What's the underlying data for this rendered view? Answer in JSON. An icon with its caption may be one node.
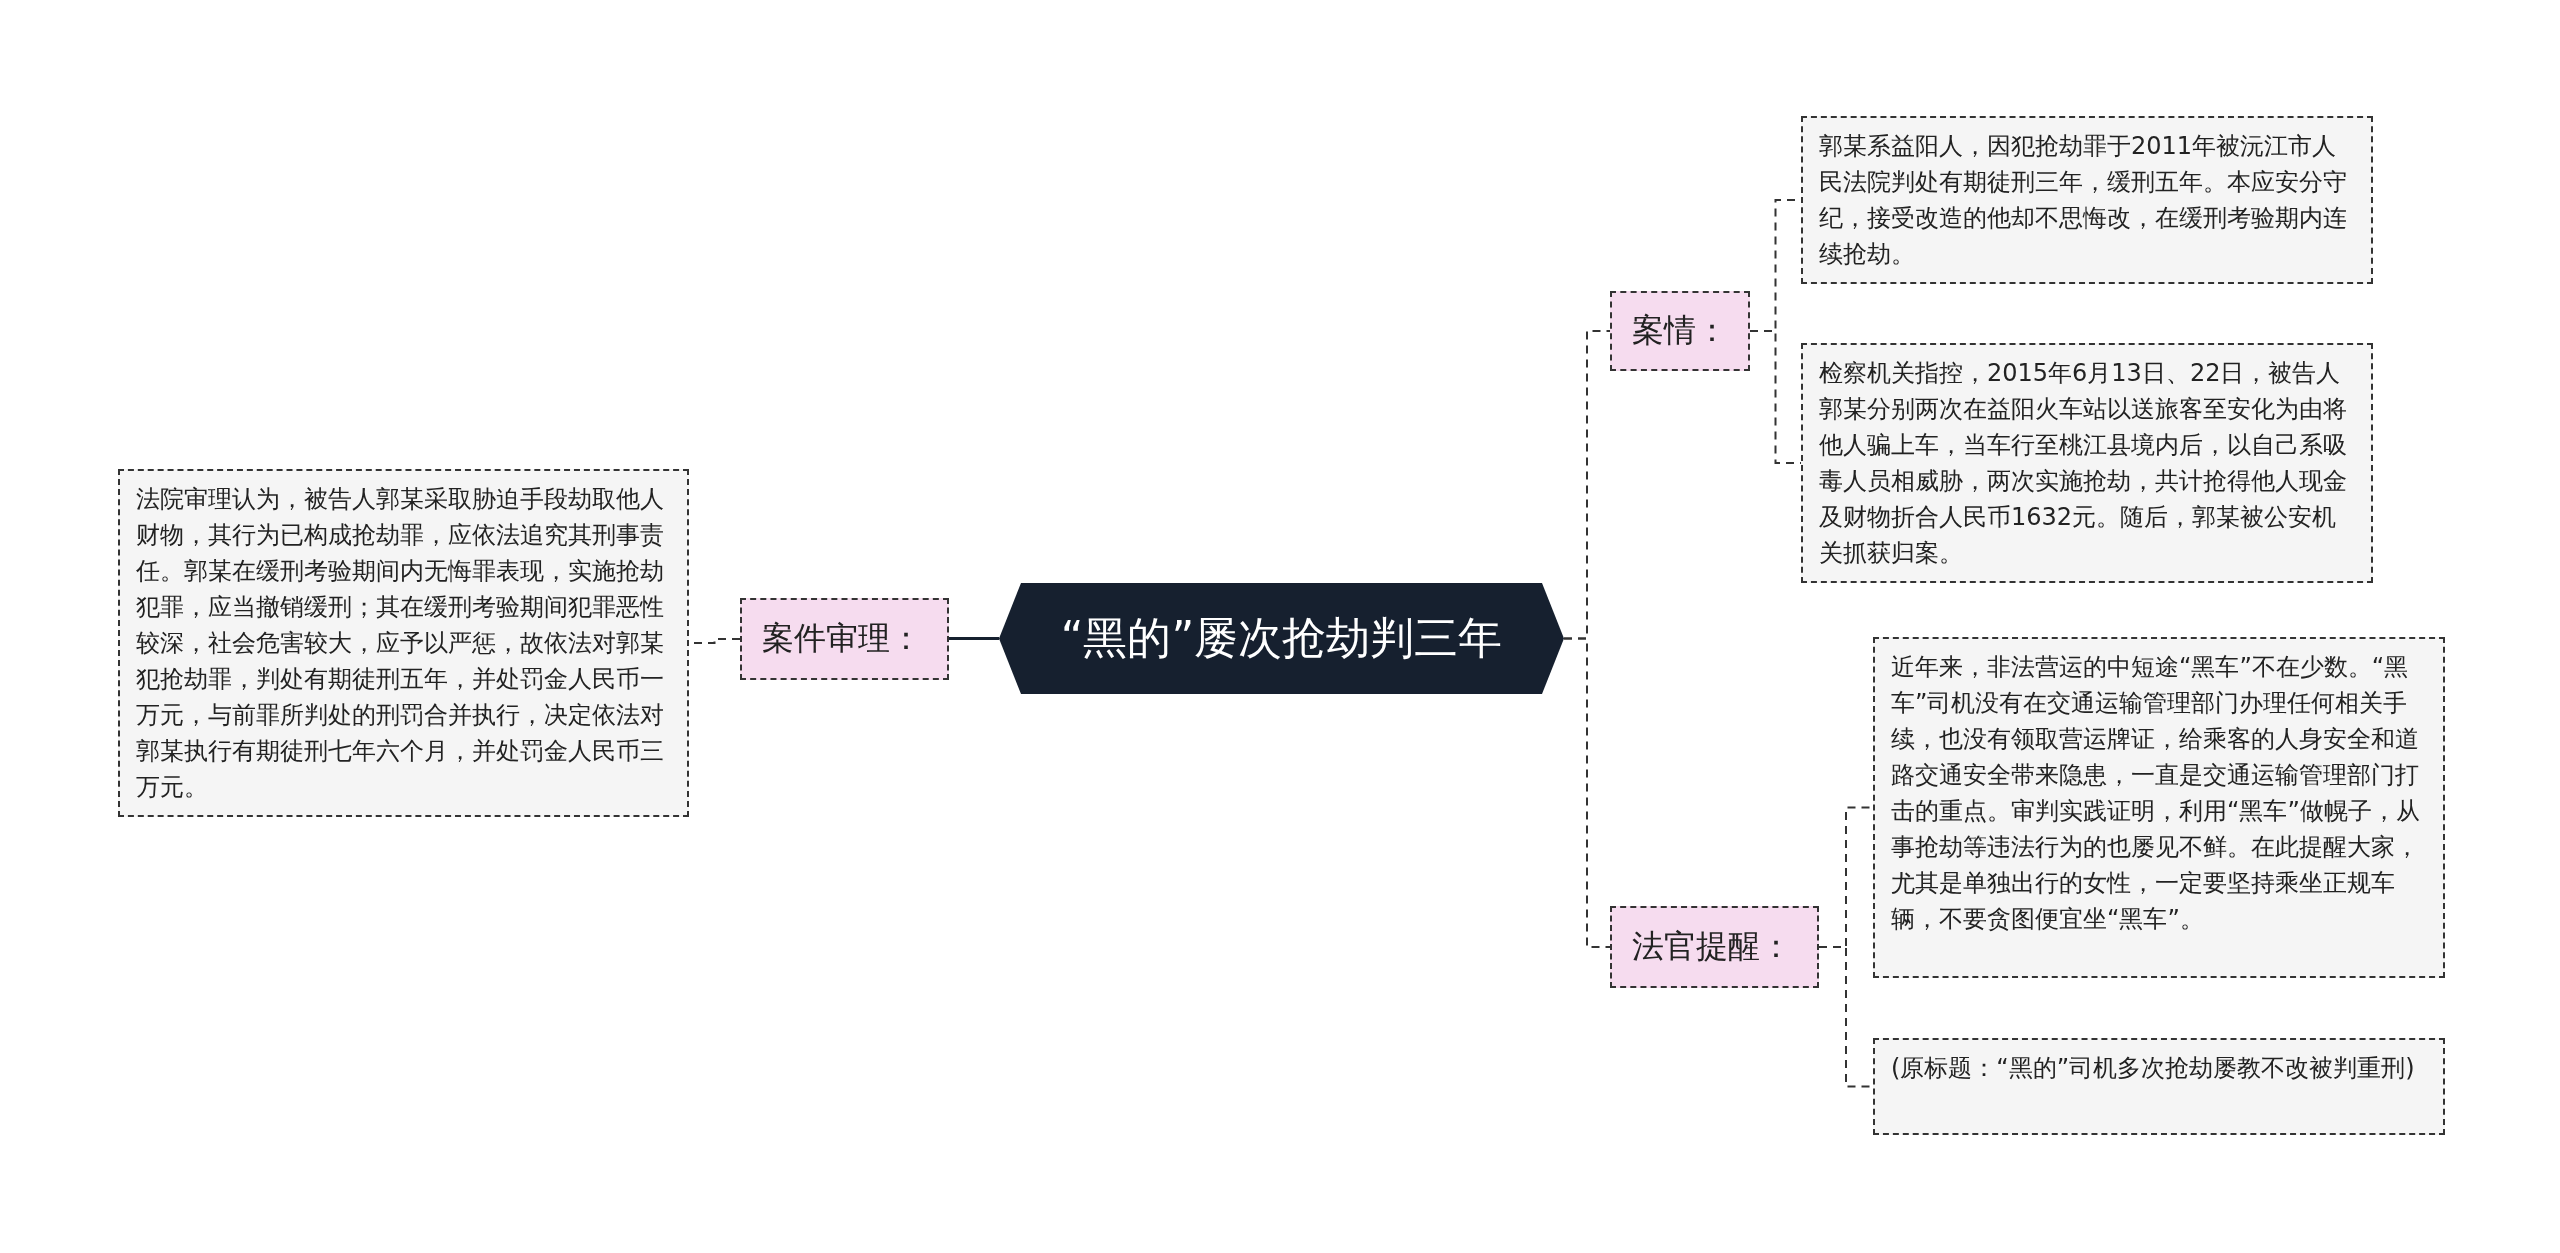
{
  "diagram": {
    "nodes": [
      {
        "text": [
          "“黑的”屡次抢劫判三年"
        ]
      },
      {
        "text": [
          "案件审理："
        ]
      },
      {
        "text": [
          "法院审理认为，被告人郭某采取胁迫手段劫取他人财物，其行为已构成抢劫罪，应依法追究其刑事责任。郭某在缓刑考验期间内无悔罪表现，实施抢劫犯罪，应当撤销缓刑；其在缓刑考验期间犯罪恶性较深，社会危害较大，应予以严惩，故依法对郭某犯抢劫罪，判处有期徒刑五年，并处罚金人民币一万元，与前罪所判处的刑罚合并执行，决定依法对郭某执行有期徒刑七年六个月，并处罚金人民币三万元。"
        ]
      },
      {
        "text": [
          "案情："
        ]
      },
      {
        "text": [
          "郭某系益阳人，因犯抢劫罪于2011年被沅江市人民法院判处有期徒刑三年，缓刑五年。本应安分守纪，接受改造的他却不思悔改，在缓刑考验期内连续抢劫。"
        ]
      },
      {
        "text": [
          "检察机关指控，2015年6月13日、22日，被告人郭某分别两次在益阳火车站以送旅客至安化为由将他人骗上车，当车行至桃江县境内后，以自己系吸毒人员相威胁，两次实施抢劫，共计抢得他人现金及财物折合人民币1632元。随后，郭某被公安机关抓获归案。"
        ]
      },
      {
        "text": [
          "法官提醒："
        ]
      },
      {
        "text": [
          "近年来，非法营运的中短途“黑车”不在少数。“黑车”司机没有在交通运输管理部门办理任何相关手续，也没有领取营运牌证，给乘客的人身安全和道路交通安全带来隐患，一直是交通运输管理部门打击的重点。审判实践证明，利用“黑车”做幌子，从事抢劫等违法行为的也屡见不鲜。在此提醒大家，尤其是单独出行的女性，一定要坚持乘坐正规车辆，不要贪图便宜坐“黑车”。"
        ]
      },
      {
        "text": [
          "(原标题：“黑的”司机多次抢劫屡教不改被判重刑)"
        ]
      }
    ],
    "edges": [
      {
        "from": 0,
        "to": 1,
        "arrow": "none",
        "color": "#16202f"
      },
      {
        "from": 1,
        "to": 2,
        "arrow": "none",
        "style": "dashed"
      },
      {
        "from": 0,
        "to": 3,
        "arrow": "none",
        "style": "dashed"
      },
      {
        "from": 0,
        "to": 6,
        "arrow": "none",
        "style": "dashed"
      },
      {
        "from": 3,
        "to": 4,
        "arrow": "none",
        "style": "dashed"
      },
      {
        "from": 3,
        "to": 5,
        "arrow": "none",
        "style": "dashed"
      },
      {
        "from": 6,
        "to": 7,
        "arrow": "none",
        "style": "dashed"
      },
      {
        "from": 6,
        "to": 8,
        "arrow": "none",
        "style": "dashed"
      }
    ]
  }
}
